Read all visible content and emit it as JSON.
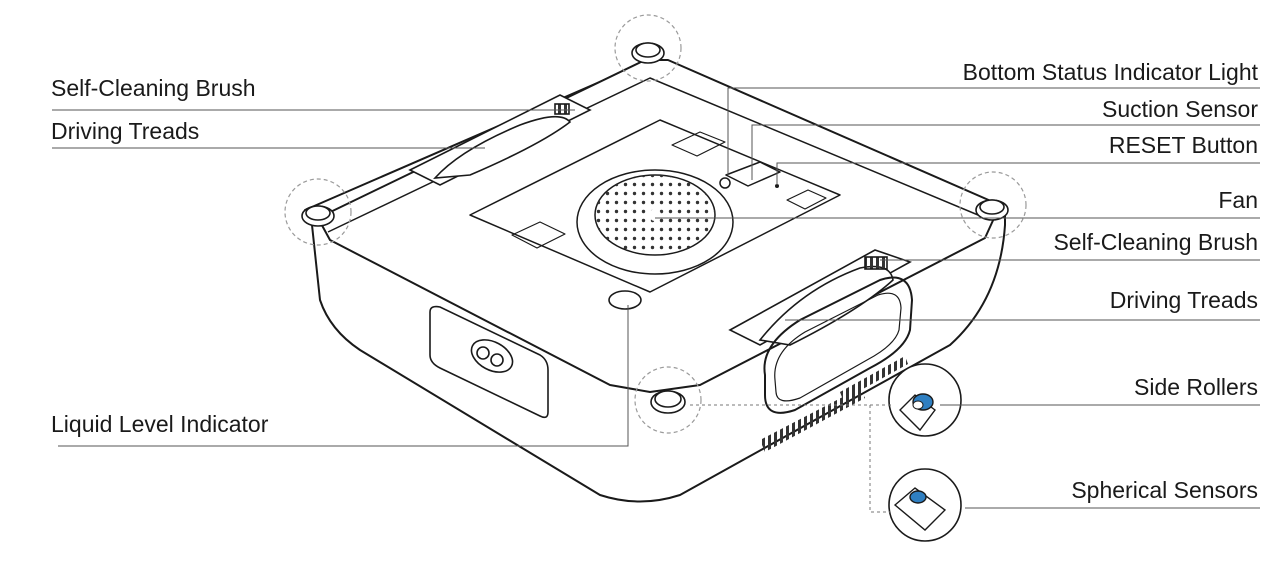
{
  "labels": {
    "self_cleaning_brush_left": "Self-Cleaning Brush",
    "driving_treads_left": "Driving Treads",
    "liquid_level_indicator": "Liquid Level Indicator",
    "bottom_status_indicator_light": "Bottom Status Indicator Light",
    "suction_sensor": "Suction Sensor",
    "reset_button": "RESET Button",
    "fan": "Fan",
    "self_cleaning_brush_right": "Self-Cleaning Brush",
    "driving_treads_right": "Driving Treads",
    "side_rollers": "Side Rollers",
    "spherical_sensors": "Spherical Sensors"
  },
  "colors": {
    "outline": "#1a1a1a",
    "leader_line": "#555555",
    "sensor_blue": "#2f7fc1",
    "dashed_circle": "#9a9a9a"
  }
}
